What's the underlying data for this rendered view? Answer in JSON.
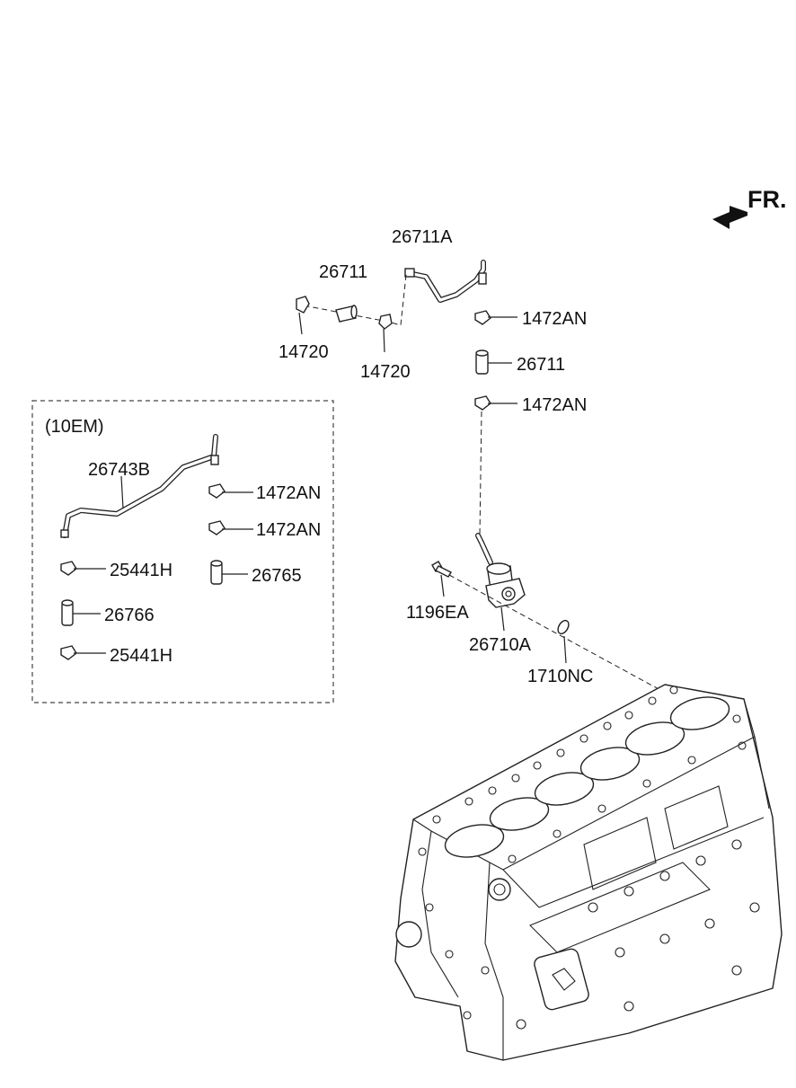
{
  "orientation": {
    "text": "FR."
  },
  "variant_box": {
    "title": "(10EM)"
  },
  "labels": {
    "p26711A": "26711A",
    "p26711_top": "26711",
    "p14720_left": "14720",
    "p14720_right": "14720",
    "p1472AN_a": "1472AN",
    "p26711_mid": "26711",
    "p1472AN_b": "1472AN",
    "p26743B": "26743B",
    "p1472AN_c": "1472AN",
    "p1472AN_d": "1472AN",
    "p25441H_a": "25441H",
    "p26765": "26765",
    "p26766": "26766",
    "p25441H_b": "25441H",
    "p1196EA": "1196EA",
    "p26710A": "26710A",
    "p1710NC": "1710NC"
  }
}
